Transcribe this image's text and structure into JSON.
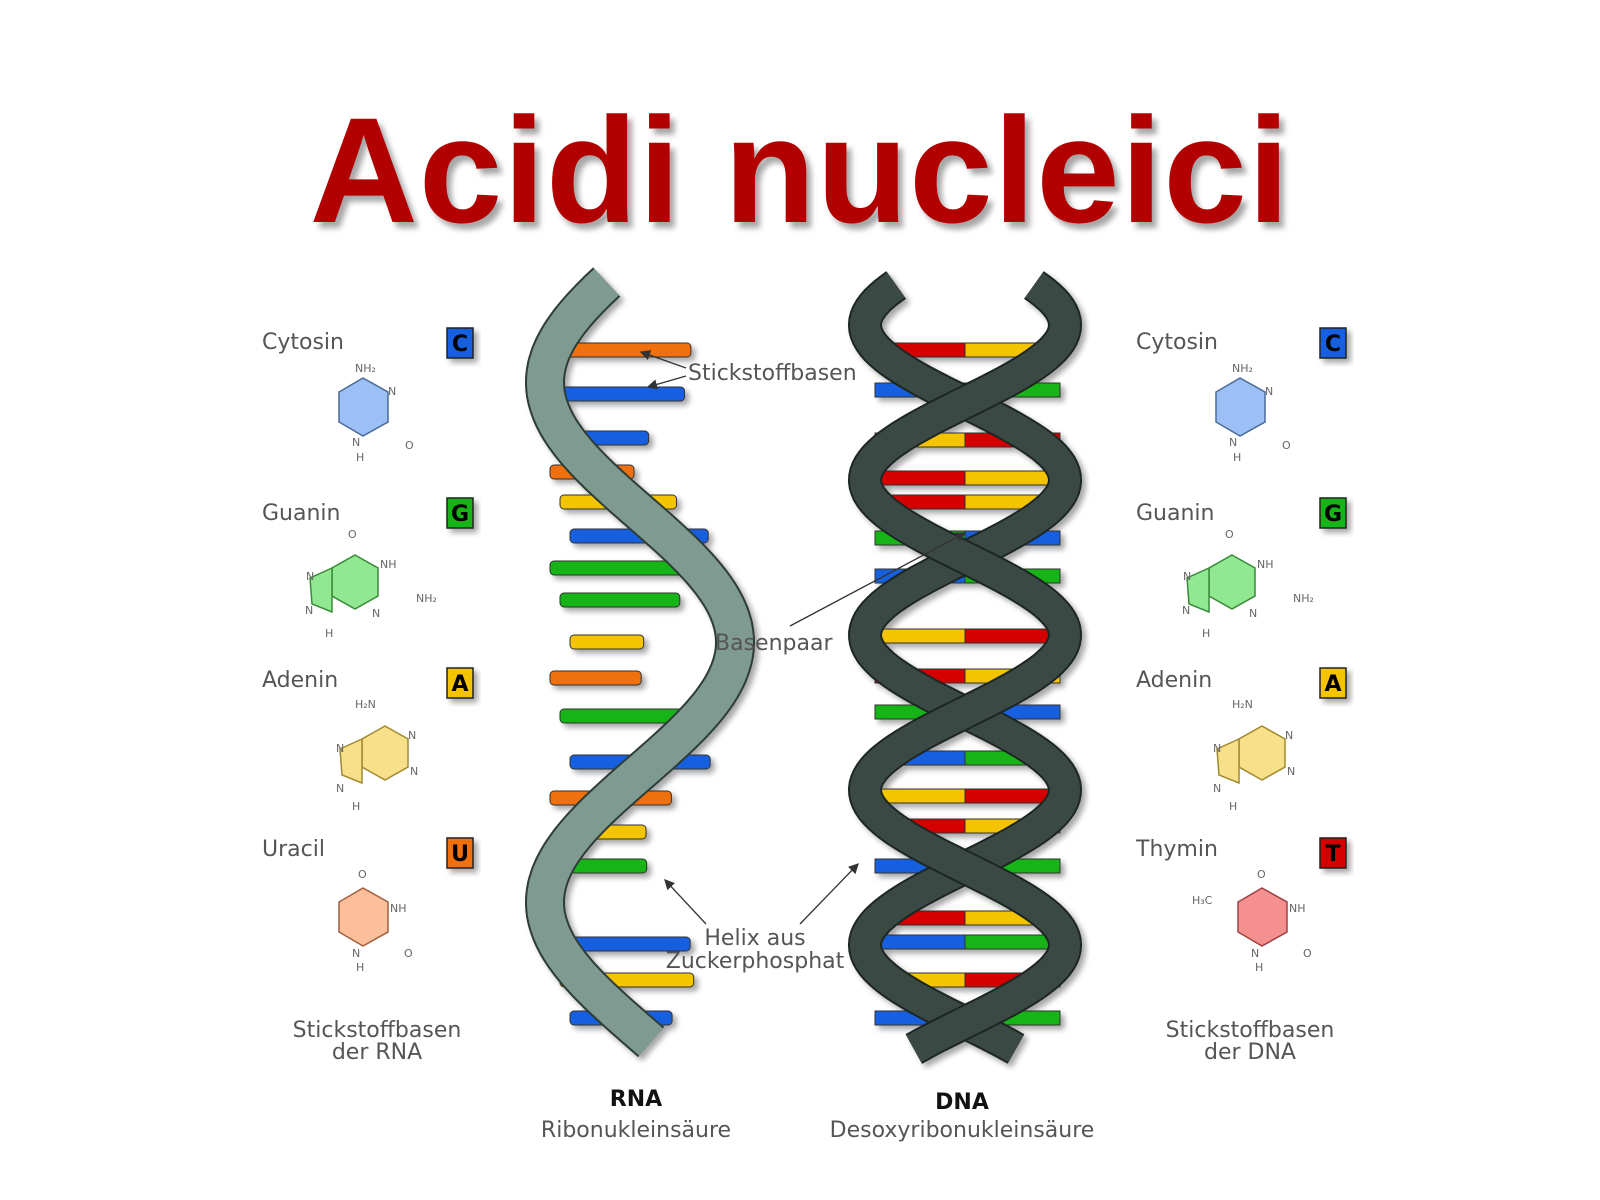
{
  "title": "Acidi nucleici",
  "colors": {
    "title": "#b20000",
    "cytosine": "#1560e0",
    "guanine": "#18b418",
    "adenine": "#f5c400",
    "uracil": "#f07010",
    "thymine": "#d40000",
    "rna_backbone": "#7f9a90",
    "dna_backbone": "#3a4a44"
  },
  "rna_bases": [
    {
      "name": "Cytosin",
      "letter": "C",
      "color": "#1560e0",
      "atoms": [
        "NH₂",
        "N",
        "N",
        "H",
        "O"
      ]
    },
    {
      "name": "Guanin",
      "letter": "G",
      "color": "#18b418",
      "atoms": [
        "O",
        "NH",
        "N",
        "NH₂",
        "N",
        "N",
        "H"
      ]
    },
    {
      "name": "Adenin",
      "letter": "A",
      "color": "#f5c400",
      "atoms": [
        "H₂N",
        "N",
        "N",
        "N",
        "N",
        "H"
      ]
    },
    {
      "name": "Uracil",
      "letter": "U",
      "color": "#f07010",
      "atoms": [
        "O",
        "NH",
        "N",
        "H",
        "O"
      ]
    }
  ],
  "dna_bases": [
    {
      "name": "Cytosin",
      "letter": "C",
      "color": "#1560e0",
      "atoms": [
        "NH₂",
        "N",
        "N",
        "H",
        "O"
      ]
    },
    {
      "name": "Guanin",
      "letter": "G",
      "color": "#18b418",
      "atoms": [
        "O",
        "NH",
        "N",
        "NH₂",
        "N",
        "N",
        "H"
      ]
    },
    {
      "name": "Adenin",
      "letter": "A",
      "color": "#f5c400",
      "atoms": [
        "H₂N",
        "N",
        "N",
        "N",
        "N",
        "H"
      ]
    },
    {
      "name": "Thymin",
      "letter": "T",
      "color": "#d40000",
      "atoms": [
        "O",
        "H₃C",
        "NH",
        "N",
        "H",
        "O"
      ]
    }
  ],
  "captions": {
    "rna_bases_line1": "Stickstoffbasen",
    "rna_bases_line2": "der RNA",
    "dna_bases_line1": "Stickstoffbasen",
    "dna_bases_line2": "der DNA"
  },
  "annotations": {
    "nitrogen_bases": "Stickstoffbasen",
    "base_pair": "Basenpaar",
    "helix_line1": "Helix aus",
    "helix_line2": "Zuckerphosphat"
  },
  "rna": {
    "name": "RNA",
    "full_name": "Ribonukleinsäure"
  },
  "dna": {
    "name": "DNA",
    "full_name": "Desoxyribonukleinsäure"
  }
}
